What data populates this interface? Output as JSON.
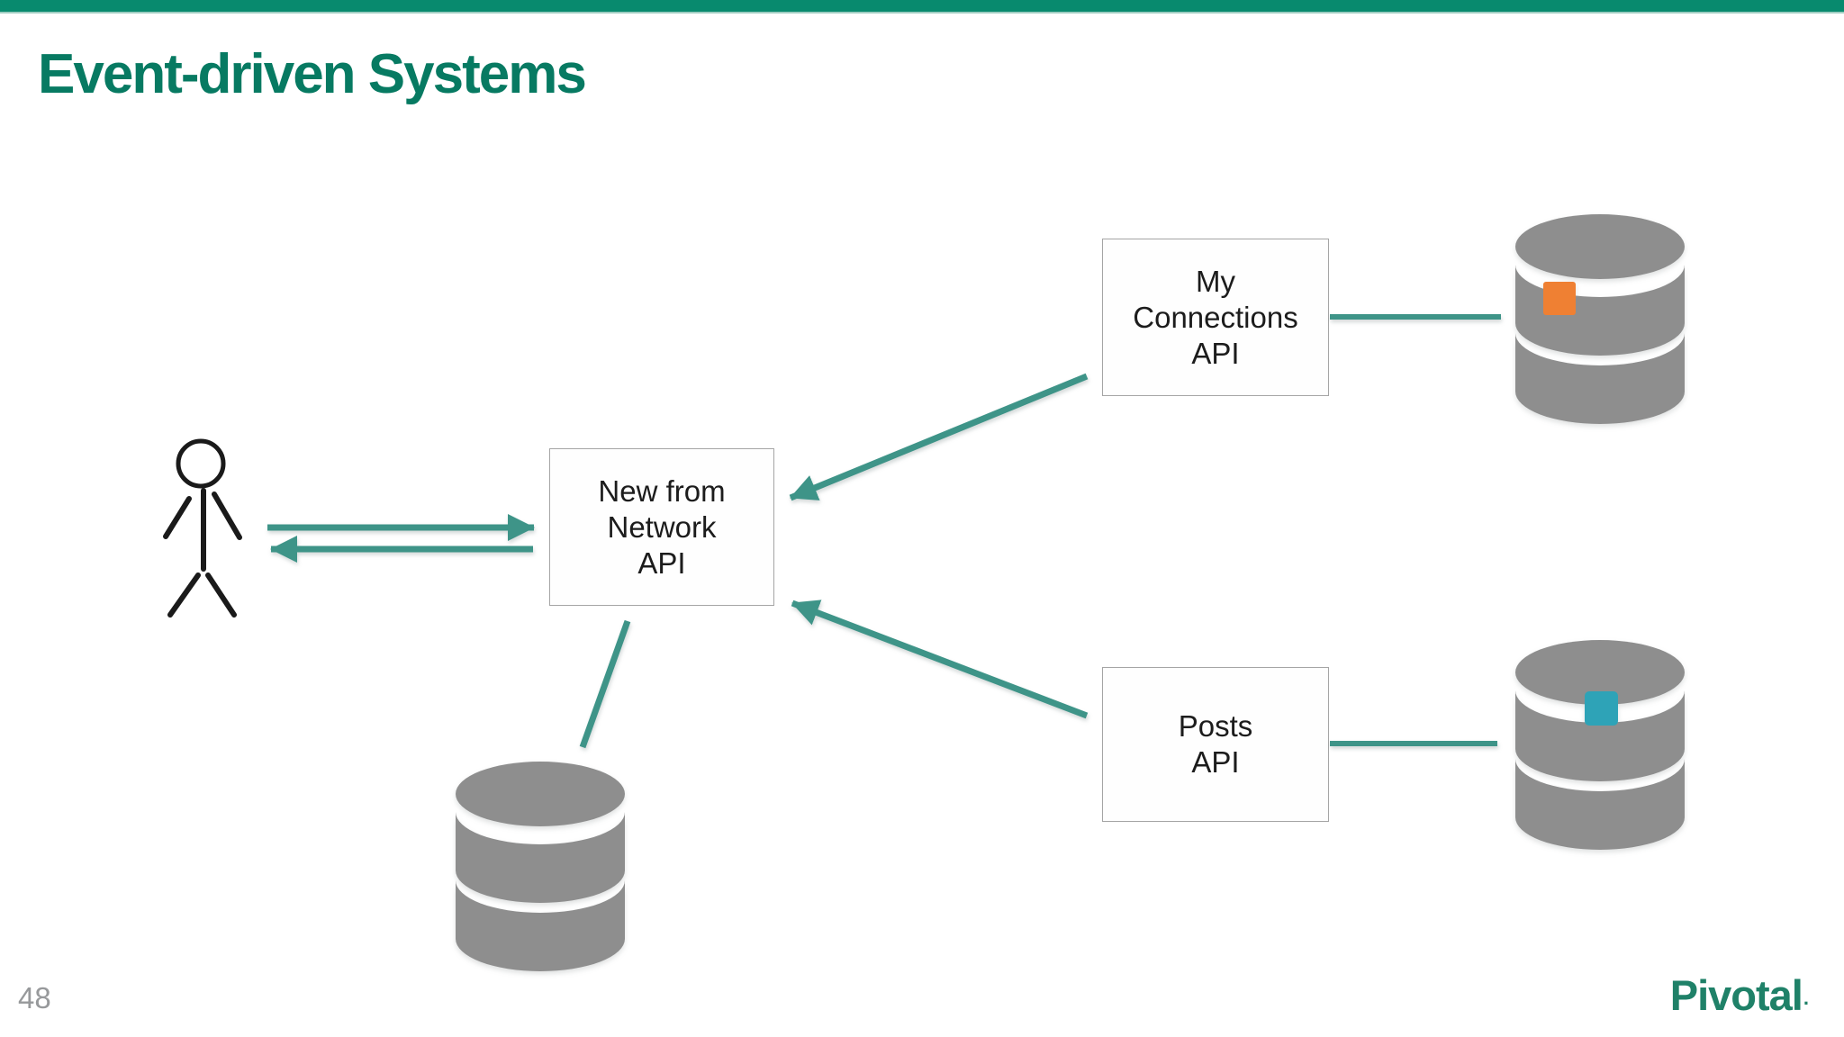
{
  "slide": {
    "title": "Event-driven Systems",
    "page_number": "48",
    "logo": {
      "text": "Pivotal",
      "mark": "."
    }
  },
  "diagram": {
    "actor": {
      "name": "user",
      "icon": "person-icon"
    },
    "boxes": {
      "new_from_network": {
        "label": "New from\nNetwork\nAPI"
      },
      "my_connections": {
        "label": "My\nConnections\nAPI"
      },
      "posts": {
        "label": "Posts\nAPI"
      }
    },
    "databases": [
      {
        "name": "network-feed-db",
        "icon": "database-icon",
        "marker": "none"
      },
      {
        "name": "connections-db",
        "icon": "database-icon",
        "marker": "orange-square"
      },
      {
        "name": "posts-db",
        "icon": "database-icon",
        "marker": "teal-square"
      }
    ],
    "edges": [
      {
        "name": "user-to-network-api",
        "type": "arrow"
      },
      {
        "name": "network-api-to-user",
        "type": "arrow"
      },
      {
        "name": "connections-api-to-network-api",
        "type": "arrow"
      },
      {
        "name": "posts-api-to-network-api",
        "type": "arrow"
      },
      {
        "name": "connections-api-to-connections-db",
        "type": "line"
      },
      {
        "name": "posts-api-to-posts-db",
        "type": "line"
      },
      {
        "name": "network-api-to-network-db",
        "type": "line"
      }
    ],
    "colors": {
      "accent_teal": "#3e9488",
      "db_gray": "#8e8e8e",
      "marker_orange": "#ef8033",
      "marker_teal": "#2ea3b7",
      "top_bar": "#088a6e",
      "title": "#077a62",
      "logo": "#1f8168",
      "page_number": "#97999b",
      "box_border": "#a5a5a5"
    }
  }
}
